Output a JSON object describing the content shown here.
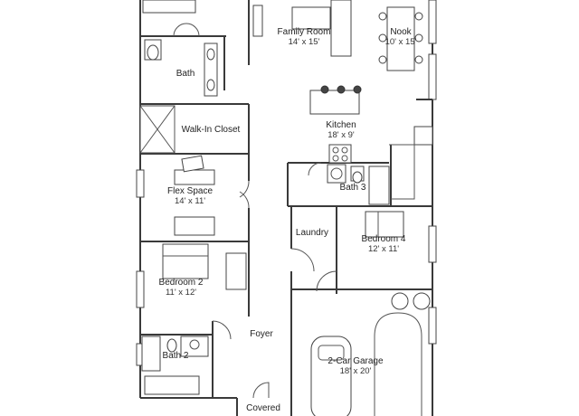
{
  "rooms": {
    "family_room": {
      "name": "Family Room",
      "dim": "14' x 15'"
    },
    "nook": {
      "name": "Nook",
      "dim": "10' x 15'"
    },
    "bath": {
      "name": "Bath"
    },
    "walk_in_closet": {
      "name": "Walk-In Closet"
    },
    "kitchen": {
      "name": "Kitchen",
      "dim": "18' x 9'"
    },
    "flex_space": {
      "name": "Flex Space",
      "dim": "14' x 11'"
    },
    "bath3": {
      "name": "Bath 3"
    },
    "laundry": {
      "name": "Laundry"
    },
    "bedroom4": {
      "name": "Bedroom 4",
      "dim": "12' x 11'"
    },
    "bedroom2": {
      "name": "Bedroom 2",
      "dim": "11' x 12'"
    },
    "foyer": {
      "name": "Foyer"
    },
    "bath2": {
      "name": "Bath 2"
    },
    "garage": {
      "name": "2-Car Garage",
      "dim": "18' x 20'"
    },
    "covered": {
      "name": "Covered"
    }
  }
}
